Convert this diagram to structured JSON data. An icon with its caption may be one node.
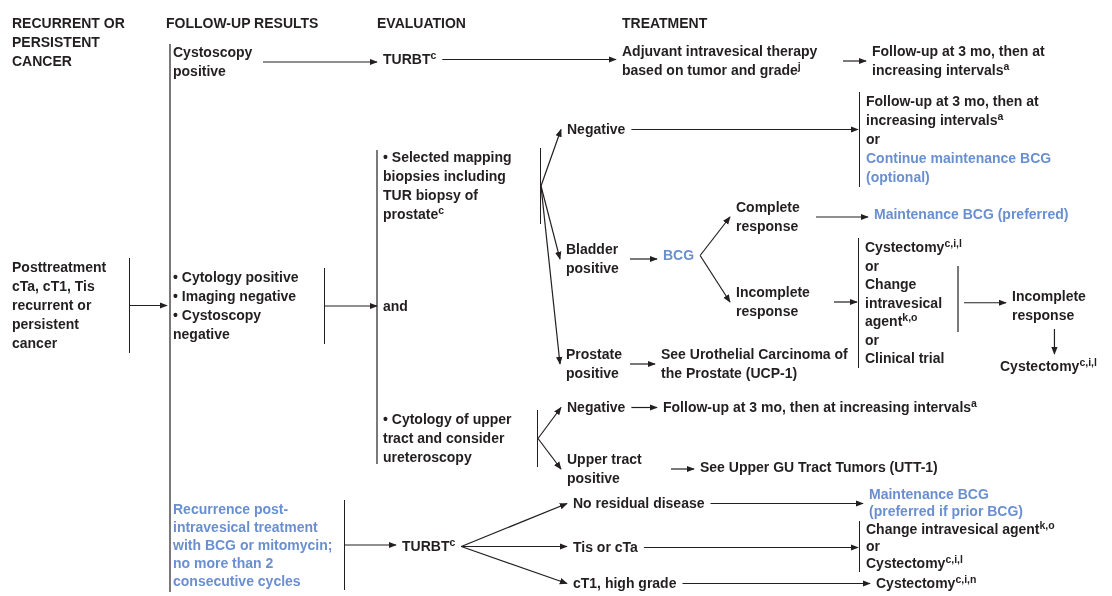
{
  "diagram": {
    "nodes": [
      {
        "text": [
          "Posttreatment cTa, cT1, Tis recurrent or persistent cancer"
        ]
      },
      {
        "text": [
          "Cystoscopy positive"
        ]
      },
      {
        "text": [
          "TURBT$^{c}$"
        ]
      },
      {
        "text": [
          "Adjuvant intravesical therapy based on tumor and grade$^{j}$"
        ]
      },
      {
        "text": [
          "Follow-up at 3 mo, then at increasing intervals$^{a}$"
        ]
      },
      {
        "text": [
          "• Cytology positive",
          "• Imaging negative",
          "• Cystoscopy negative"
        ]
      },
      {
        "text": [
          "• Selected mapping biopsies including TUR biopsy of prostate$^{c}$"
        ]
      },
      {
        "text": [
          "and"
        ]
      },
      {
        "text": [
          "• Cytology of upper tract and consider ureteroscopy"
        ]
      },
      {
        "text": [
          "Negative"
        ]
      },
      {
        "text": [
          "Follow-up at 3 mo, then at increasing intervals$^{a}$",
          "or",
          "Continue maintenance BCG (optional)"
        ]
      },
      {
        "text": [
          "Bladder positive"
        ]
      },
      {
        "text": [
          "BCG"
        ]
      },
      {
        "text": [
          "Complete response"
        ]
      },
      {
        "text": [
          "Maintenance BCG (preferred)"
        ]
      },
      {
        "text": [
          "Incomplete response"
        ]
      },
      {
        "text": [
          "Cystectomy$^{c,i,l}$",
          "or",
          "Change intravesical agent$^{k,o}$",
          "or",
          "Clinical trial"
        ]
      },
      {
        "text": [
          "Incomplete response"
        ]
      },
      {
        "text": [
          "Cystectomy$^{c,i,l}$"
        ]
      },
      {
        "text": [
          "Prostate positive"
        ]
      },
      {
        "text": [
          "See Urothelial Carcinoma of the Prostate (UCP-1)"
        ]
      },
      {
        "text": [
          "Negative"
        ]
      },
      {
        "text": [
          "Follow-up at 3 mo, then at increasing intervals$^{a}$"
        ]
      },
      {
        "text": [
          "Upper tract positive"
        ]
      },
      {
        "text": [
          "See Upper GU Tract Tumors (UTT-1)"
        ]
      },
      {
        "text": [
          "Recurrence post-intravesical treatment with BCG or mitomycin; no more than 2 consecutive cycles"
        ]
      },
      {
        "text": [
          "TURBT$^{c}$"
        ]
      },
      {
        "text": [
          "No residual disease"
        ]
      },
      {
        "text": [
          "Maintenance BCG (preferred if prior BCG)"
        ]
      },
      {
        "text": [
          "Tis or cTa"
        ]
      },
      {
        "text": [
          "Change intravesical agent$^{k,o}$",
          "or",
          "Cystectomy$^{c,i,l}$"
        ]
      },
      {
        "text": [
          "cT1, high grade"
        ]
      },
      {
        "text": [
          "Cystectomy$^{c,i,n}$"
        ]
      }
    ],
    "edges": [
      {
        "from": 0,
        "to": 5,
        "arrow": "to"
      },
      {
        "from": 1,
        "to": 2,
        "arrow": "to"
      },
      {
        "from": 2,
        "to": 3,
        "arrow": "to"
      },
      {
        "from": 3,
        "to": 4,
        "arrow": "to"
      },
      {
        "from": 5,
        "to": 7,
        "arrow": "to"
      },
      {
        "from": 6,
        "to": 9,
        "arrow": "to"
      },
      {
        "from": 6,
        "to": 11,
        "arrow": "to"
      },
      {
        "from": 6,
        "to": 19,
        "arrow": "to"
      },
      {
        "from": 9,
        "to": 10,
        "arrow": "to"
      },
      {
        "from": 11,
        "to": 12,
        "arrow": "to"
      },
      {
        "from": 12,
        "to": 13,
        "arrow": "to"
      },
      {
        "from": 12,
        "to": 15,
        "arrow": "to"
      },
      {
        "from": 13,
        "to": 14,
        "arrow": "to"
      },
      {
        "from": 15,
        "to": 16,
        "arrow": "to"
      },
      {
        "from": 16,
        "to": 17,
        "arrow": "to"
      },
      {
        "from": 17,
        "to": 18,
        "arrow": "to"
      },
      {
        "from": 19,
        "to": 20,
        "arrow": "to"
      },
      {
        "from": 8,
        "to": 21,
        "arrow": "to"
      },
      {
        "from": 8,
        "to": 23,
        "arrow": "to"
      },
      {
        "from": 21,
        "to": 22,
        "arrow": "to"
      },
      {
        "from": 23,
        "to": 24,
        "arrow": "to"
      },
      {
        "from": 25,
        "to": 26,
        "arrow": "to"
      },
      {
        "from": 26,
        "to": 27,
        "arrow": "to"
      },
      {
        "from": 26,
        "to": 29,
        "arrow": "to"
      },
      {
        "from": 26,
        "to": 31,
        "arrow": "to"
      },
      {
        "from": 27,
        "to": 28,
        "arrow": "to"
      },
      {
        "from": 29,
        "to": 30,
        "arrow": "to"
      },
      {
        "from": 31,
        "to": 32,
        "arrow": "to"
      }
    ],
    "labels": [
      "RECURRENT OR PERSISTENT CANCER",
      "FOLLOW-UP RESULTS",
      "EVALUATION",
      "TREATMENT"
    ]
  }
}
